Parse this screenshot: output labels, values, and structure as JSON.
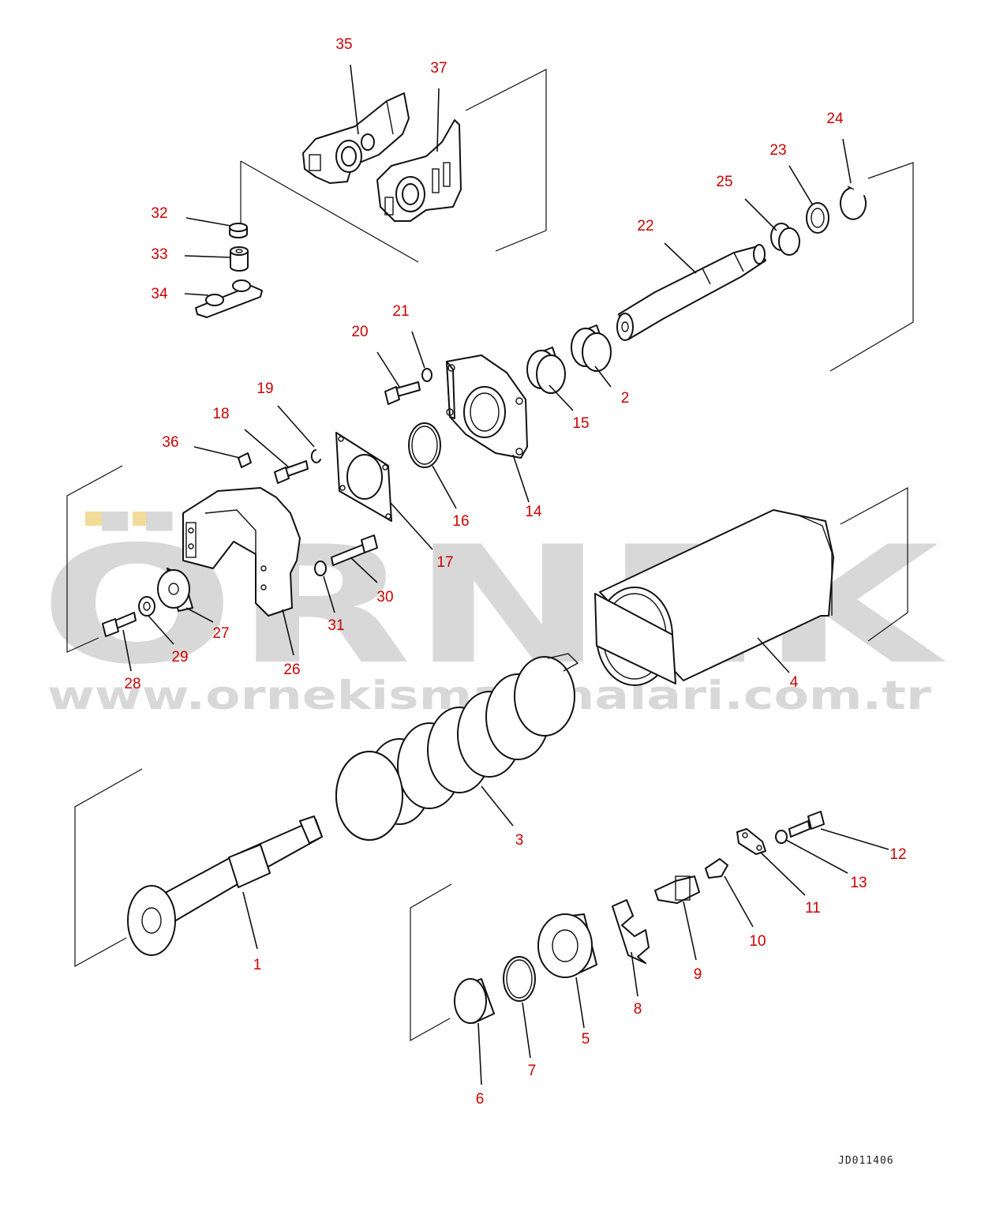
{
  "watermark": {
    "brand": "ÖRNEK",
    "site": "www.ornekismakinalari.com.tr",
    "accent_color": "#f2dc9a",
    "text_color": "#d8d8d8"
  },
  "drawing_code": "JD011406",
  "colors": {
    "callout": "#cc0000",
    "line": "#111111"
  },
  "callouts": [
    {
      "id": "c1",
      "label": "1"
    },
    {
      "id": "c2",
      "label": "2"
    },
    {
      "id": "c3",
      "label": "3"
    },
    {
      "id": "c4",
      "label": "4"
    },
    {
      "id": "c5",
      "label": "5"
    },
    {
      "id": "c6",
      "label": "6"
    },
    {
      "id": "c7",
      "label": "7"
    },
    {
      "id": "c8",
      "label": "8"
    },
    {
      "id": "c9",
      "label": "9"
    },
    {
      "id": "c10",
      "label": "10"
    },
    {
      "id": "c11",
      "label": "11"
    },
    {
      "id": "c12",
      "label": "12"
    },
    {
      "id": "c13",
      "label": "13"
    },
    {
      "id": "c14",
      "label": "14"
    },
    {
      "id": "c15",
      "label": "15"
    },
    {
      "id": "c16",
      "label": "16"
    },
    {
      "id": "c17",
      "label": "17"
    },
    {
      "id": "c18",
      "label": "18"
    },
    {
      "id": "c19",
      "label": "19"
    },
    {
      "id": "c20",
      "label": "20"
    },
    {
      "id": "c21",
      "label": "21"
    },
    {
      "id": "c22",
      "label": "22"
    },
    {
      "id": "c23",
      "label": "23"
    },
    {
      "id": "c24",
      "label": "24"
    },
    {
      "id": "c25",
      "label": "25"
    },
    {
      "id": "c26",
      "label": "26"
    },
    {
      "id": "c27",
      "label": "27"
    },
    {
      "id": "c28",
      "label": "28"
    },
    {
      "id": "c29",
      "label": "29"
    },
    {
      "id": "c30",
      "label": "30"
    },
    {
      "id": "c31",
      "label": "31"
    },
    {
      "id": "c32",
      "label": "32"
    },
    {
      "id": "c33",
      "label": "33"
    },
    {
      "id": "c34",
      "label": "34"
    },
    {
      "id": "c35",
      "label": "35"
    },
    {
      "id": "c36",
      "label": "36"
    },
    {
      "id": "c37",
      "label": "37"
    }
  ]
}
